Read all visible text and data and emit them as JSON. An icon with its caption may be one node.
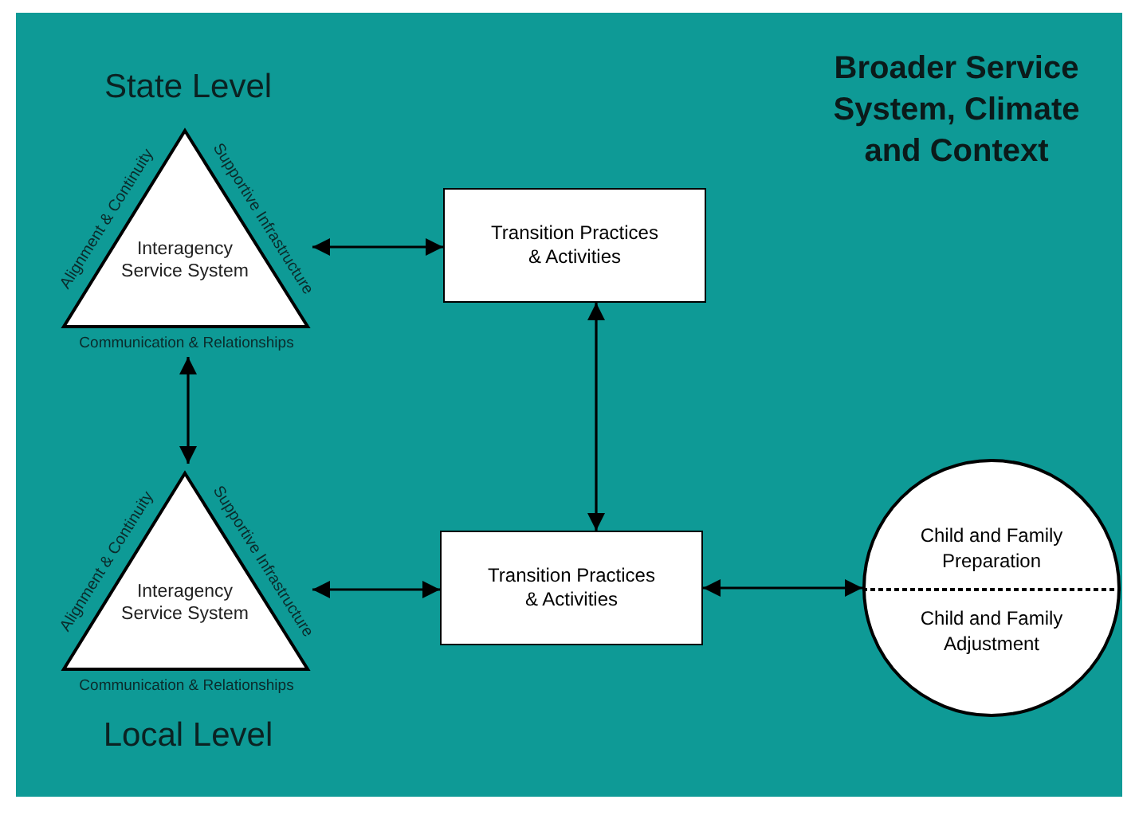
{
  "diagram": {
    "title": "Broader Service System, Climate and Context",
    "nodes": [
      {
        "text": [
          "Interagency Service System",
          "Alignment & Continuity",
          "Supportive Infrastructure",
          "Communication & Relationships"
        ],
        "beside": [
          "State Level"
        ]
      },
      {
        "text": [
          "Transition Practices & Activities"
        ]
      },
      {
        "text": [
          "Interagency Service System",
          "Alignment & Continuity",
          "Supportive Infrastructure",
          "Communication & Relationships"
        ],
        "beside": [
          "Local Level"
        ]
      },
      {
        "text": [
          "Transition Practices & Activities"
        ]
      },
      {
        "text": [
          "Child and Family Preparation",
          "Child and Family Adjustment"
        ]
      }
    ],
    "edges": [
      {
        "from": 0,
        "to": 1,
        "arrow": "both"
      },
      {
        "from": 1,
        "to": 3,
        "arrow": "both"
      },
      {
        "from": 0,
        "to": 2,
        "arrow": "both"
      },
      {
        "from": 2,
        "to": 3,
        "arrow": "both"
      },
      {
        "from": 3,
        "to": 4,
        "arrow": "both"
      }
    ]
  }
}
